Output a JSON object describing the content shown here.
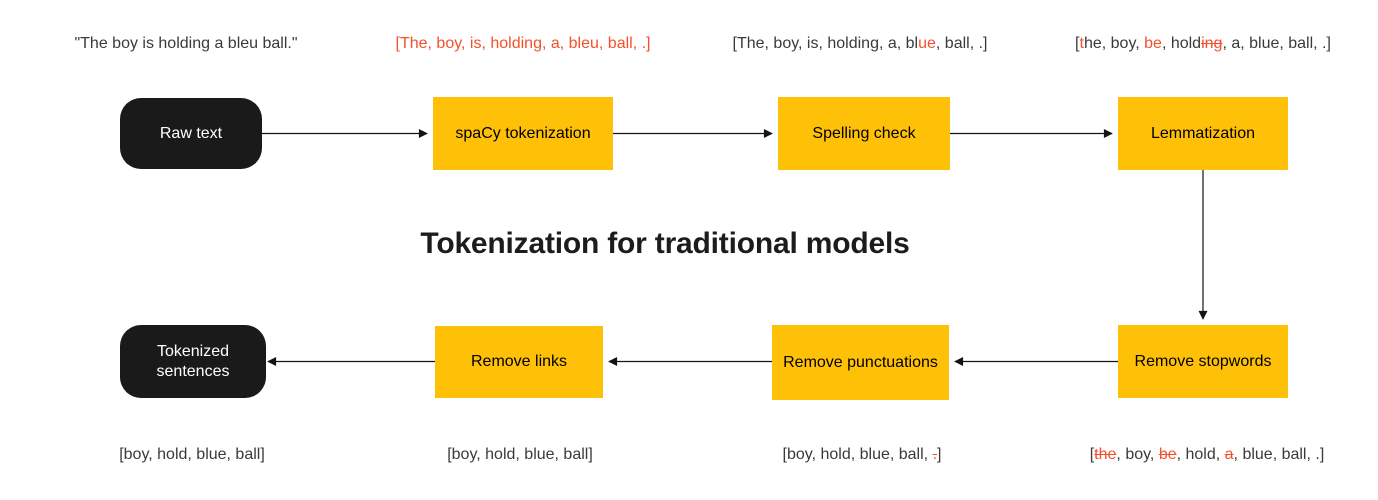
{
  "title": "Tokenization for traditional models",
  "colors": {
    "red": "#f4502c",
    "yellow": "#ffc107",
    "node_black": "#1a1a1a",
    "annotation_ink": "#3a3a3a",
    "title_ink": "#1c1c1c"
  },
  "nodes": {
    "raw_text": "Raw text",
    "spacy_tokenization": "spaCy tokenization",
    "spelling_check": "Spelling check",
    "lemmatization": "Lemmatization",
    "tokenized_sentences": "Tokenized sentences",
    "remove_links": "Remove links",
    "remove_punctuations": "Remove punctuations",
    "remove_stopwords": "Remove stopwords"
  },
  "annotations": {
    "top": [
      {
        "segments": [
          {
            "t": "\"The boy is holding a bleu ball.\""
          }
        ]
      },
      {
        "segments": [
          {
            "t": "[The, boy, is, holding, a, bleu, ball, .]",
            "red": true
          }
        ]
      },
      {
        "segments": [
          {
            "t": "[The, boy, is, holding, a, bl"
          },
          {
            "t": "ue",
            "red": true
          },
          {
            "t": ", ball, .]"
          }
        ]
      },
      {
        "segments": [
          {
            "t": "["
          },
          {
            "t": "t",
            "red": true
          },
          {
            "t": "he, boy, "
          },
          {
            "t": "be",
            "red": true
          },
          {
            "t": ", hold"
          },
          {
            "t": "ing",
            "red": true,
            "strike": true
          },
          {
            "t": ", a, blue, ball, .]"
          }
        ]
      }
    ],
    "bottom": [
      {
        "segments": [
          {
            "t": "[boy, hold, blue, ball]"
          }
        ]
      },
      {
        "segments": [
          {
            "t": "[boy, hold, blue, ball]"
          }
        ]
      },
      {
        "segments": [
          {
            "t": "[boy, hold, blue, ball, "
          },
          {
            "t": ".",
            "red": true,
            "strike": true
          },
          {
            "t": "]"
          }
        ]
      },
      {
        "segments": [
          {
            "t": "["
          },
          {
            "t": "the",
            "red": true,
            "strike": true
          },
          {
            "t": ", boy, "
          },
          {
            "t": "be",
            "red": true,
            "strike": true
          },
          {
            "t": ", hold, "
          },
          {
            "t": "a",
            "red": true,
            "strike": true
          },
          {
            "t": ", blue, ball, .]"
          }
        ]
      }
    ]
  }
}
